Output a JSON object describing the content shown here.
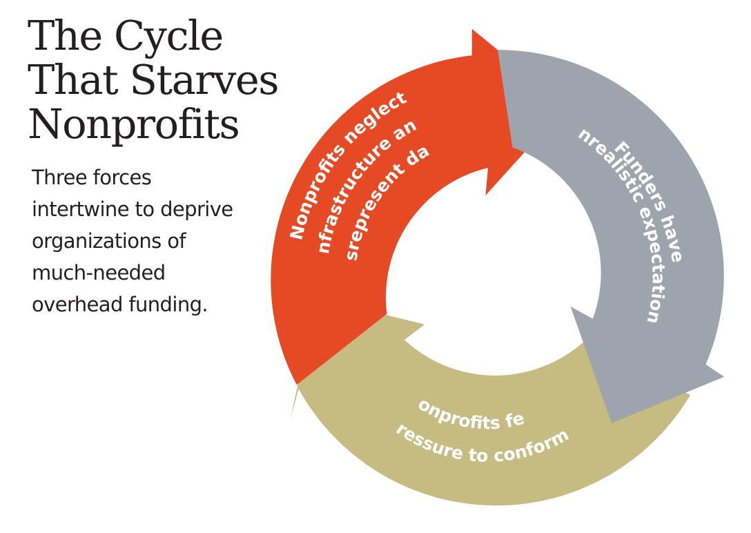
{
  "title": {
    "lines": [
      "The Cycle",
      "That Starves",
      "Nonprofits"
    ]
  },
  "subtitle": {
    "lines": [
      "Three forces",
      "intertwine to deprive",
      "organizations of",
      "much-needed",
      "overhead funding."
    ]
  },
  "cycle": {
    "segments": [
      {
        "id": "neglect",
        "color": "#e54a24",
        "lines": [
          "Nonprofits neglect",
          "infrastructure and",
          "misrepresent data"
        ]
      },
      {
        "id": "funders",
        "color": "#9ea4ae",
        "lines": [
          "Funders have",
          "unrealistic expectations"
        ]
      },
      {
        "id": "pressure",
        "color": "#c6bb81",
        "lines": [
          "Nonprofits feel",
          "pressure to conform"
        ]
      }
    ]
  }
}
